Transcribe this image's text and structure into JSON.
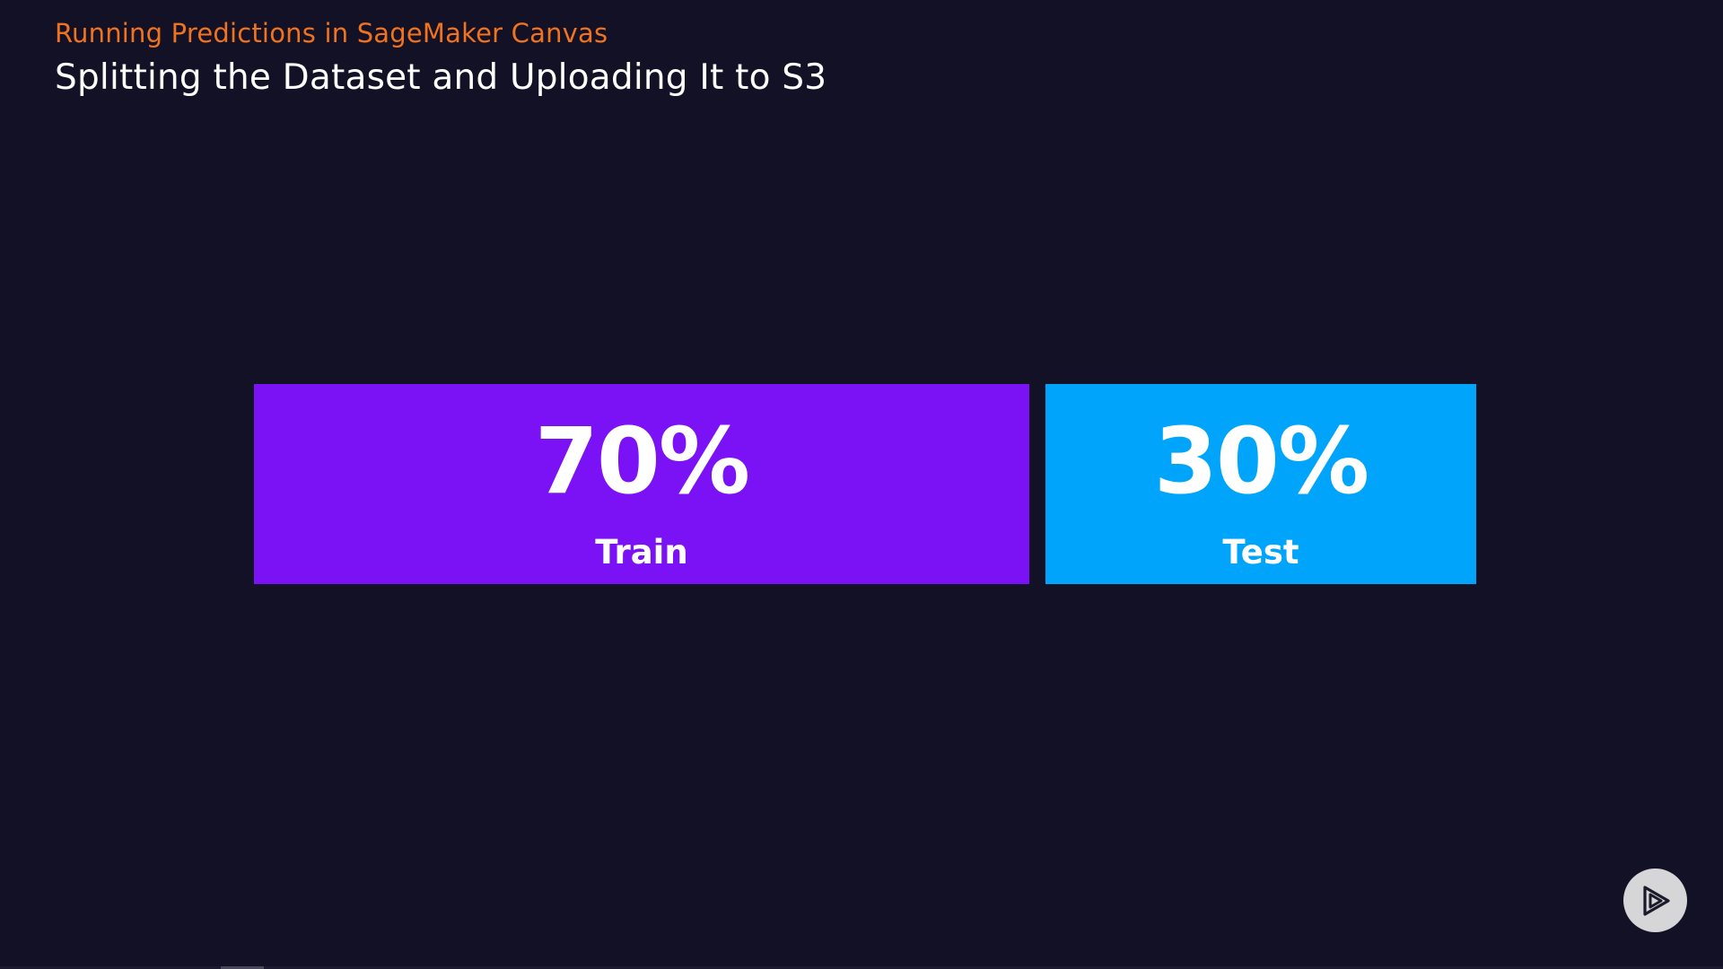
{
  "header": {
    "subtitle": "Running Predictions in SageMaker Canvas",
    "title": "Splitting the Dataset and Uploading It to S3"
  },
  "splits": [
    {
      "percent": "70%",
      "label": "Train",
      "fraction": 0.7,
      "color": "#7a12f5"
    },
    {
      "percent": "30%",
      "label": "Test",
      "fraction": 0.3,
      "color": "#00a5fb"
    }
  ],
  "colors": {
    "background": "#131125",
    "subtitle": "#f0731f",
    "title": "#ffffff"
  },
  "controls": {
    "play_icon": "play-icon"
  }
}
